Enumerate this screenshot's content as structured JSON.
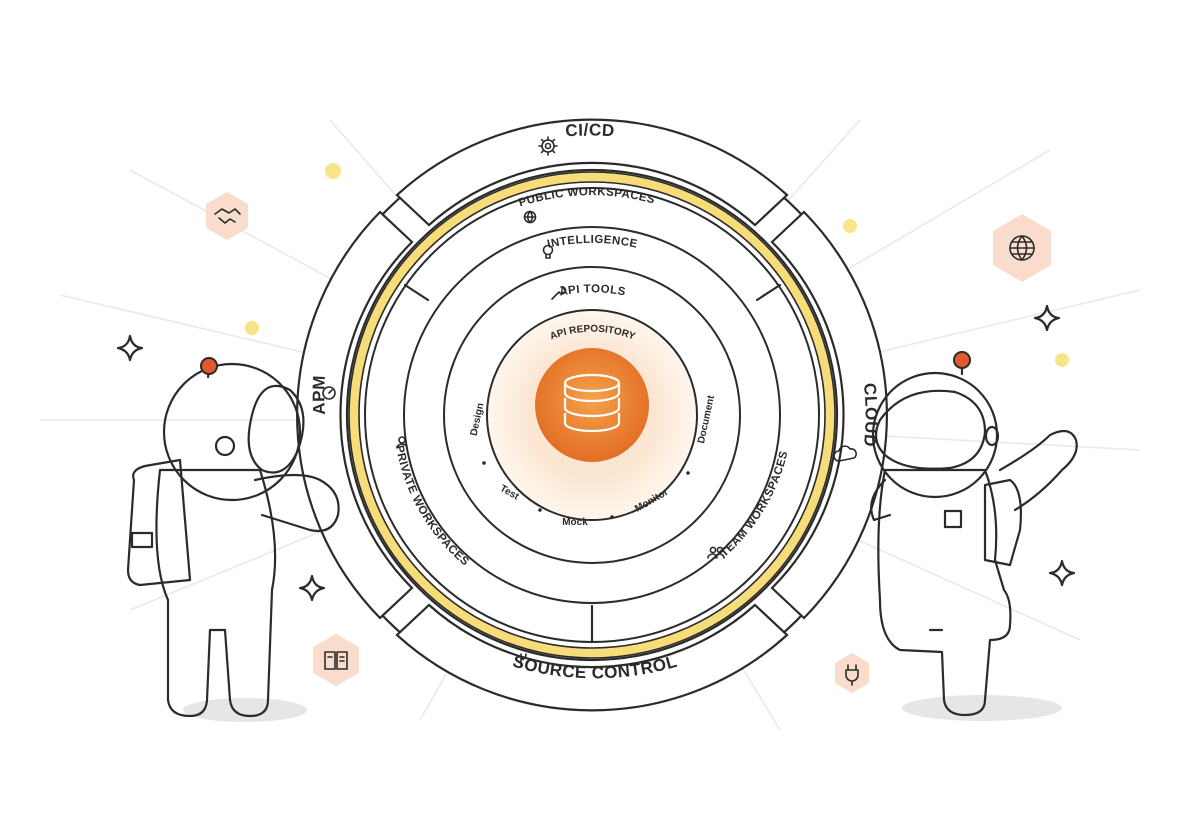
{
  "diagram": {
    "outer_ring": {
      "top": "CI/CD",
      "left": "APM",
      "right": "CLOUD",
      "bottom": "SOURCE CONTROL"
    },
    "workspace_ring": {
      "public": "PUBLIC WORKSPACES",
      "private": "PRIVATE WORKSPACES",
      "team": "TEAM WORKSPACES"
    },
    "intelligence_label": "INTELLIGENCE",
    "tools_label": "API TOOLS",
    "repository_label": "API REPOSITORY",
    "tools": [
      "Design",
      "Test",
      "Mock",
      "Monitor",
      "Document"
    ],
    "floating_icons": [
      "handshake-icon",
      "globe-icon",
      "book-icon",
      "plug-icon",
      "sparkle-icon"
    ],
    "colors": {
      "accent_yellow": "#f7dc7a",
      "core_orange": "#e8792a",
      "badge_fill": "#f9dccb",
      "dot_yellow": "#f8e58a",
      "astronaut_antenna": "#e05a2b",
      "ink": "#2b2b2b"
    }
  }
}
